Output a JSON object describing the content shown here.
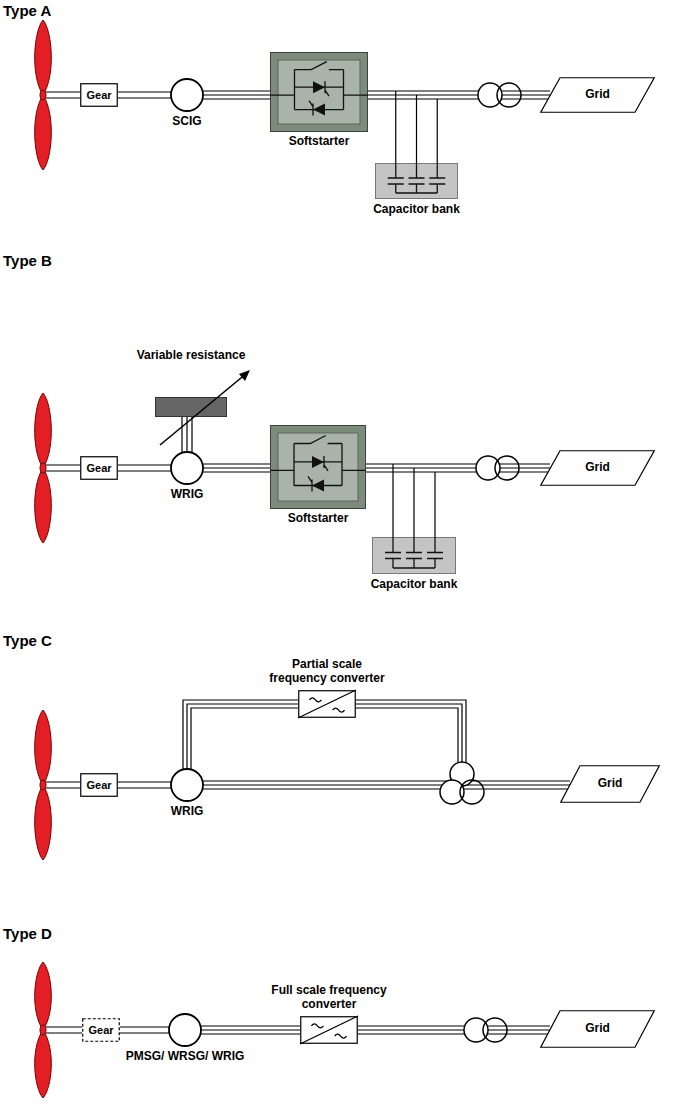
{
  "diagram": {
    "nodes": [
      {
        "text": [
          "Gear"
        ]
      },
      {
        "text": [
          "SCIG"
        ]
      },
      {
        "text": [
          "Softstarter"
        ]
      },
      {
        "text": [
          "Capacitor bank"
        ]
      },
      {
        "text": [
          "Grid"
        ]
      },
      {
        "text": [
          "Variable resistance"
        ]
      },
      {
        "text": [
          "Gear"
        ]
      },
      {
        "text": [
          "WRIG"
        ]
      },
      {
        "text": [
          "Softstarter"
        ]
      },
      {
        "text": [
          "Capacitor bank"
        ]
      },
      {
        "text": [
          "Grid"
        ]
      },
      {
        "text": [
          "Partial scale frequency converter"
        ]
      },
      {
        "text": [
          "Gear"
        ]
      },
      {
        "text": [
          "WRIG"
        ]
      },
      {
        "text": [
          "Grid"
        ]
      },
      {
        "text": [
          "Full scale frequency converter"
        ]
      },
      {
        "text": [
          "Gear"
        ]
      },
      {
        "text": [
          "PMSG/ WRSG/ WRIG"
        ]
      },
      {
        "text": [
          "Grid"
        ]
      }
    ],
    "edges": [
      {
        "from": 0,
        "to": 1,
        "arrow": "none"
      },
      {
        "from": 1,
        "to": 2,
        "arrow": "none"
      },
      {
        "from": 2,
        "to": 4,
        "arrow": "none"
      },
      {
        "from": 5,
        "to": 7,
        "arrow": "none"
      },
      {
        "from": 6,
        "to": 7,
        "arrow": "none"
      },
      {
        "from": 7,
        "to": 8,
        "arrow": "none"
      },
      {
        "from": 8,
        "to": 10,
        "arrow": "none"
      },
      {
        "from": 12,
        "to": 13,
        "arrow": "none"
      },
      {
        "from": 13,
        "to": 11,
        "arrow": "none"
      },
      {
        "from": 13,
        "to": 14,
        "arrow": "none"
      },
      {
        "from": 16,
        "to": 17,
        "arrow": "none"
      },
      {
        "from": 17,
        "to": 15,
        "arrow": "none"
      },
      {
        "from": 15,
        "to": 18,
        "arrow": "none"
      }
    ],
    "labels": [
      "Type A",
      "Type B",
      "Type C",
      "Type D"
    ]
  }
}
